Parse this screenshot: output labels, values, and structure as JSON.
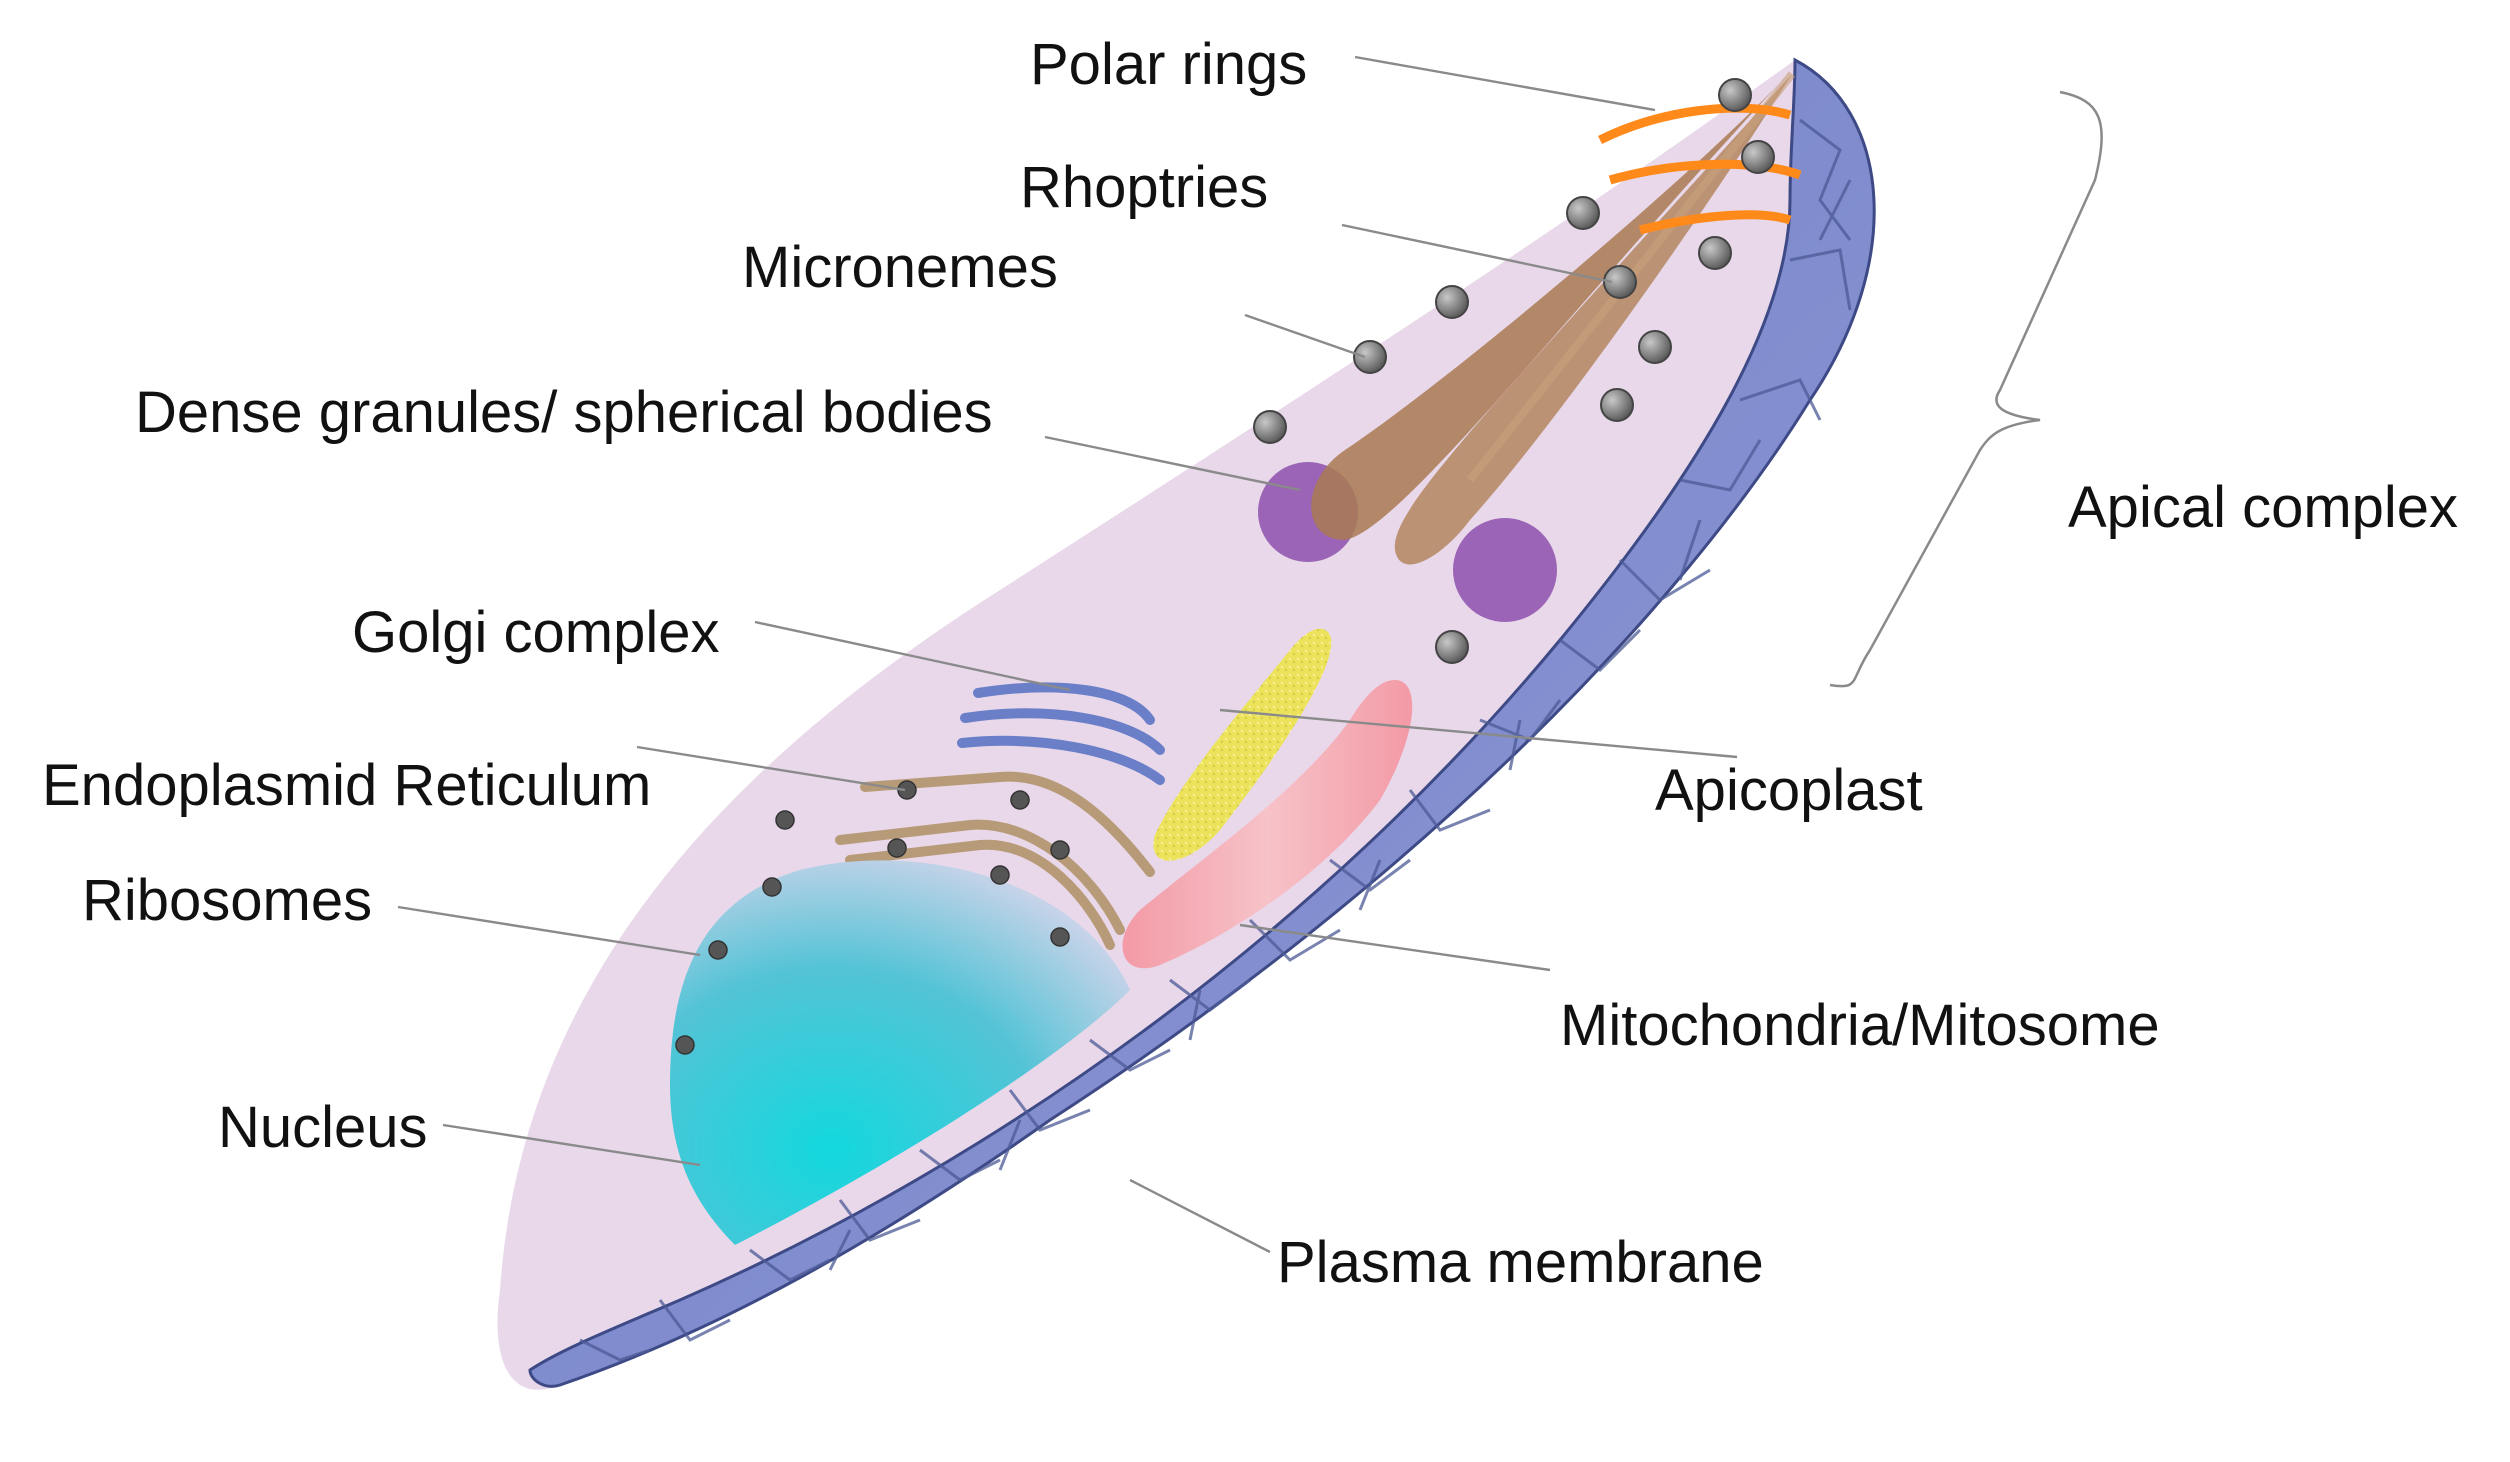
{
  "labels": {
    "polar_rings": "Polar rings",
    "rhoptries": "Rhoptries",
    "micronemes": "Micronemes",
    "dense_granules": "Dense granules/ spherical bodies",
    "golgi": "Golgi complex",
    "er": "Endoplasmid Reticulum",
    "ribosomes": "Ribosomes",
    "nucleus": "Nucleus",
    "apical_complex": "Apical complex",
    "apicoplast": "Apicoplast",
    "mitochondria": "Mitochondria/Mitosome",
    "plasma_membrane": "Plasma membrane"
  },
  "colors": {
    "cytoplasm": "#e8d8ea",
    "membrane": "#7f8cc8",
    "membrane_dark": "#4c5a96",
    "rhoptry": "#a97a52",
    "polar_ring": "#ff8a1a",
    "dense_granule": "#9b64b6",
    "golgi": "#6a7fc8",
    "er": "#b79b78",
    "apicoplast": "#ece35a",
    "mitochondria": "#f09aa6",
    "nucleus": "#2fd2d8",
    "microneme": "#777777"
  }
}
